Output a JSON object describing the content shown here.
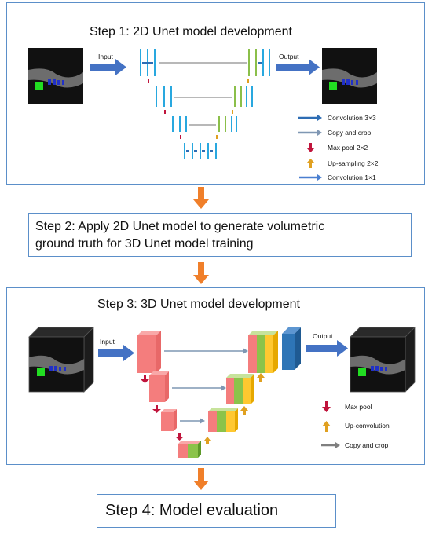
{
  "step1": {
    "title": "Step 1: 2D Unet model development",
    "input_label": "Input",
    "output_label": "Output",
    "legend": [
      {
        "label": "Convolution 3×3",
        "icon": "arrow-right-icon",
        "color": "#2e6db4"
      },
      {
        "label": "Copy and crop",
        "icon": "arrow-right-icon",
        "color": "#7f97b3"
      },
      {
        "label": "Max pool 2×2",
        "icon": "arrow-down-icon",
        "color": "#c0143c"
      },
      {
        "label": "Up-sampling 2×2",
        "icon": "arrow-up-icon",
        "color": "#e0a020"
      },
      {
        "label": "Convolution 1×1",
        "icon": "arrow-right-icon",
        "color": "#4a7fd0"
      }
    ]
  },
  "step2": {
    "line1": "Step 2: Apply 2D Unet model to generate volumetric",
    "line2": "ground truth for 3D Unet model training"
  },
  "step3": {
    "title": "Step 3: 3D Unet model development",
    "input_label": "Input",
    "output_label": "Output",
    "legend": [
      {
        "label": "Max pool",
        "icon": "arrow-down-icon",
        "color": "#c0143c"
      },
      {
        "label": "Up-convolution",
        "icon": "arrow-up-icon",
        "color": "#e0a020"
      },
      {
        "label": "Copy and crop",
        "icon": "arrow-right-icon",
        "color": "#7f7f7f"
      }
    ]
  },
  "step4": {
    "title": "Step 4: Model evaluation"
  },
  "colors": {
    "box_border": "#5b8fc9",
    "flow_arrow": "#f07f2a",
    "io_arrow": "#4472c4",
    "conv_blue": "#29a8df",
    "conv_green": "#8bbf4a",
    "cube_red": "#f47d7d",
    "cube_green": "#8bc34a",
    "cube_yellow": "#ffc830",
    "cube_blue": "#2e75b6"
  }
}
